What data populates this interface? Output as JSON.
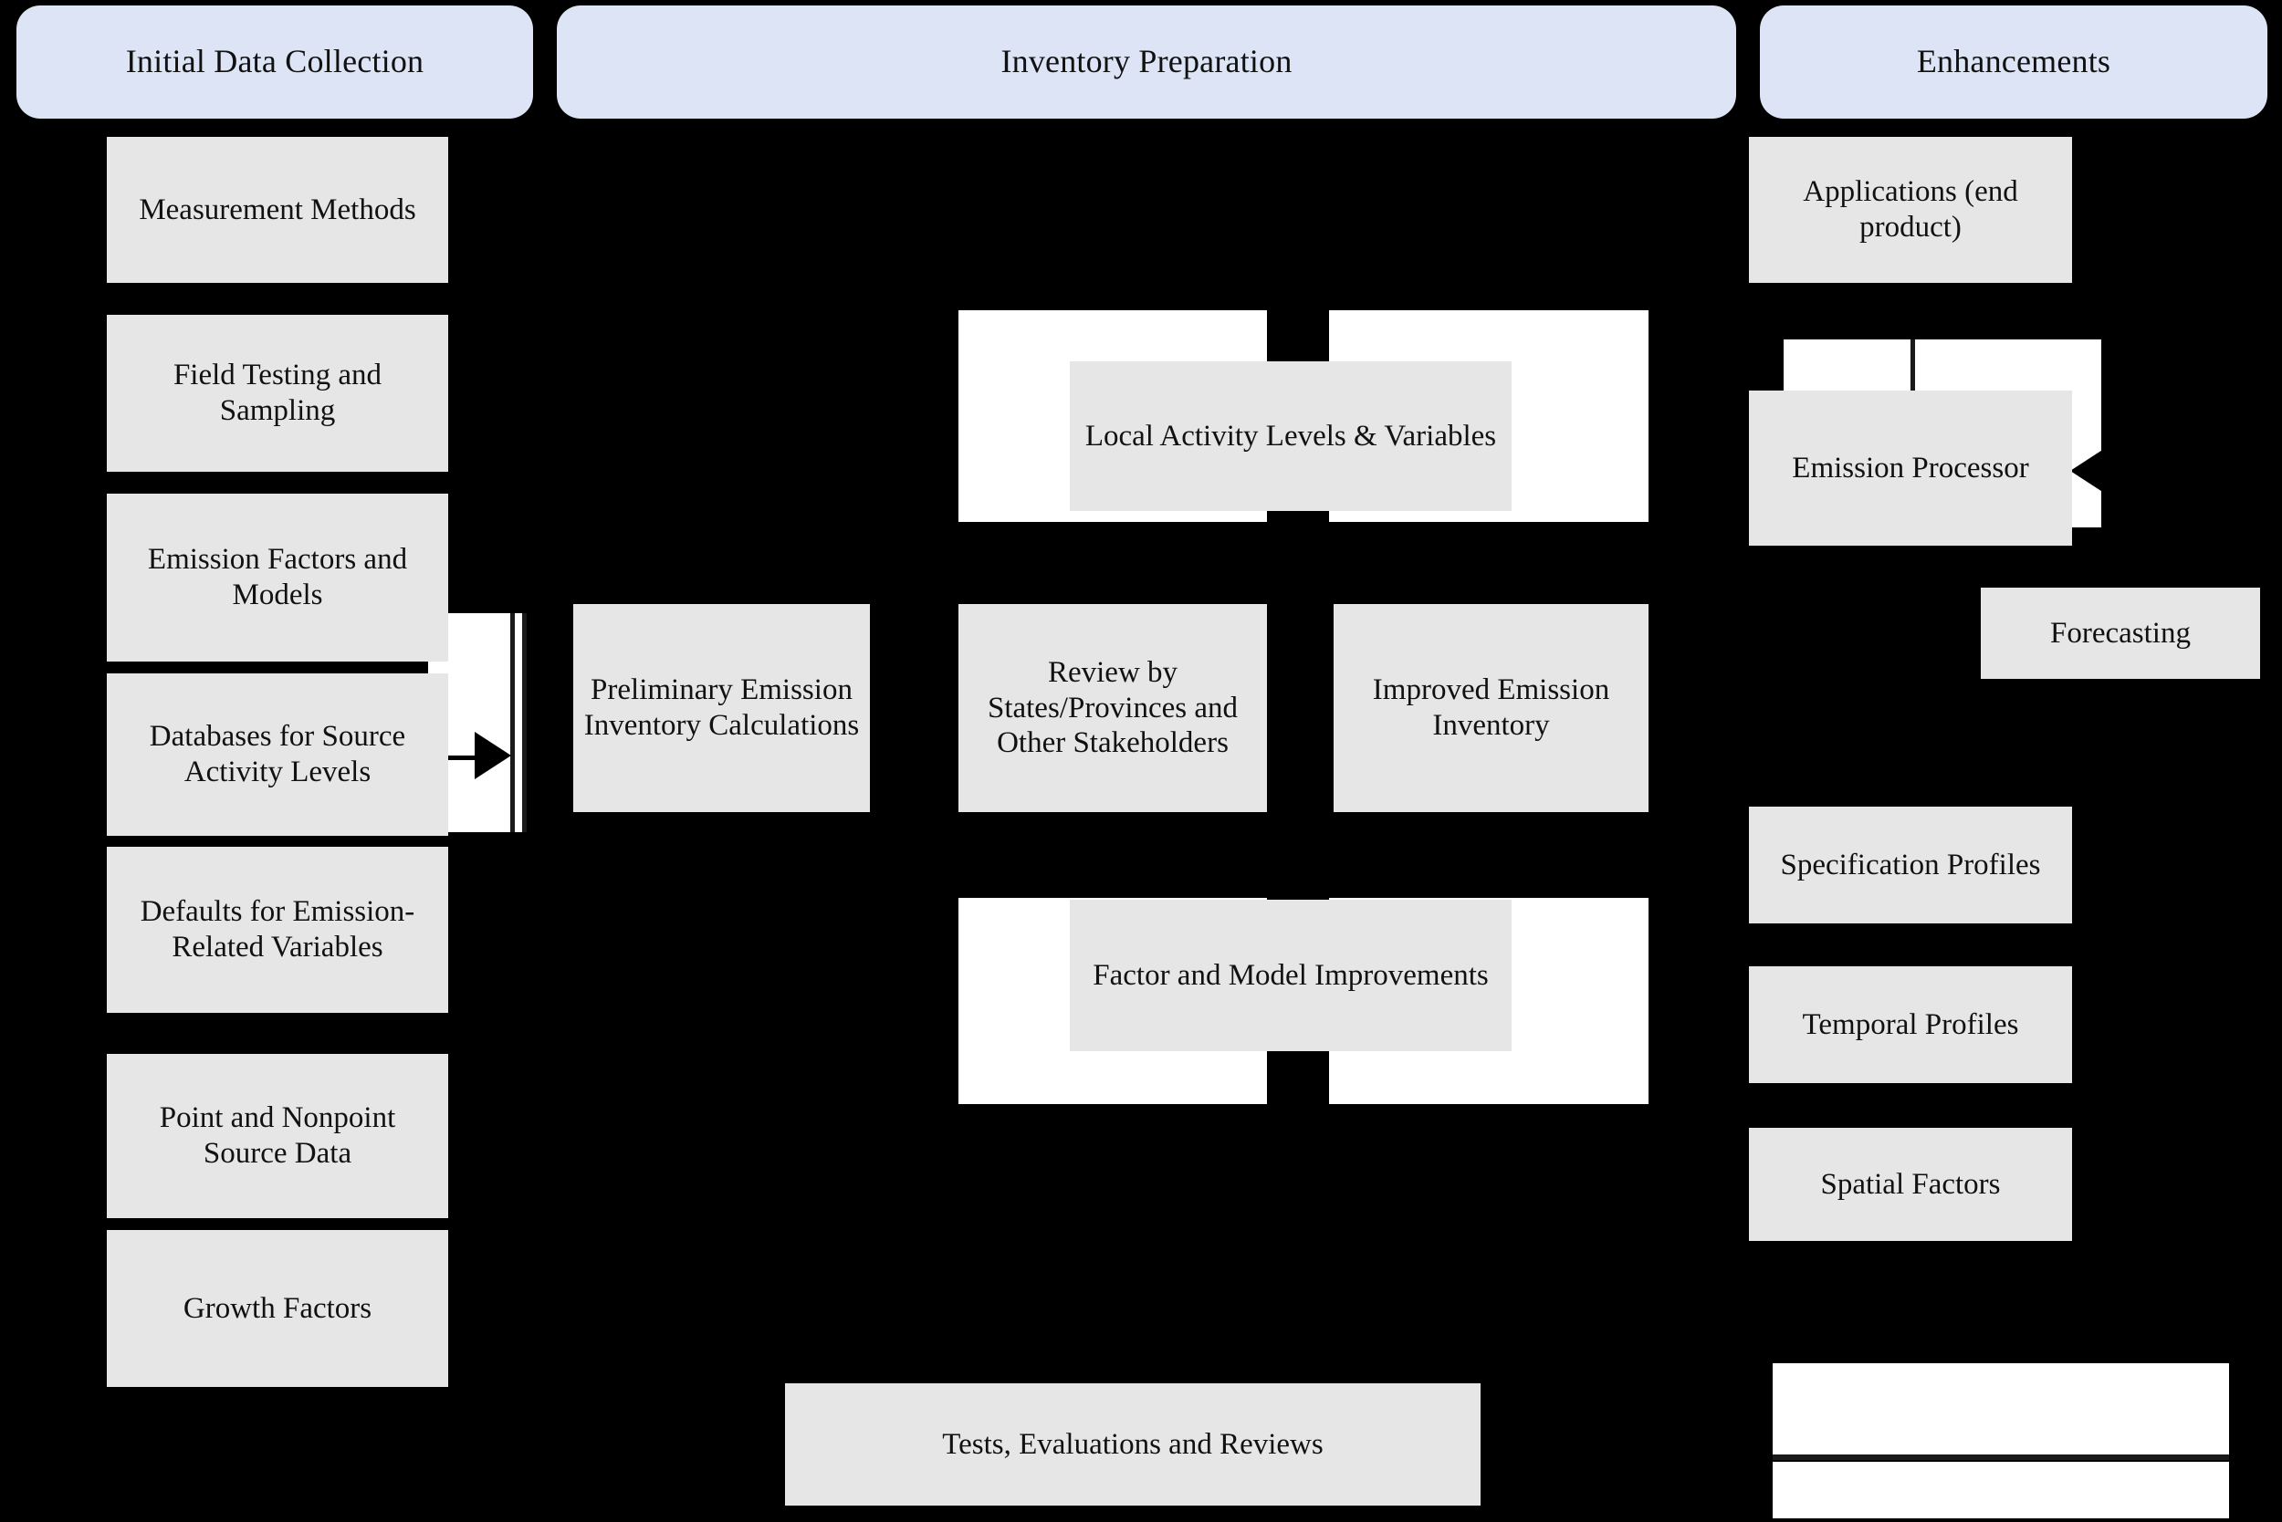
{
  "diagram": {
    "background_color": "#000000",
    "header_color": "#dce4f5",
    "node_color": "#e6e6e6",
    "plate_color": "#ffffff",
    "text_color": "#111111"
  },
  "columns": {
    "left": {
      "header": "Initial Data Collection",
      "nodes": [
        {
          "label": "Measurement Methods"
        },
        {
          "label": "Field Testing and Sampling"
        },
        {
          "label": "Emission Factors and Models"
        },
        {
          "label": "Databases for Source Activity Levels"
        },
        {
          "label": "Defaults for Emission-Related Variables"
        },
        {
          "label": "Point and Nonpoint Source Data"
        },
        {
          "label": "Growth Factors"
        }
      ]
    },
    "middle": {
      "header": "Inventory Preparation",
      "nodes": [
        {
          "label": "Local Activity Levels & Variables"
        },
        {
          "label": "Preliminary Emission Inventory Calculations"
        },
        {
          "label": "Review by States/Provinces and Other Stakeholders"
        },
        {
          "label": "Improved Emission Inventory"
        },
        {
          "label": "Factor and Model Improvements"
        },
        {
          "label": "Tests, Evaluations and Reviews"
        }
      ]
    },
    "right": {
      "header": "Enhancements",
      "nodes": [
        {
          "label": "Applications (end product)"
        },
        {
          "label": "Emission Processor"
        },
        {
          "label": "Forecasting"
        },
        {
          "label": "Specification Profiles"
        },
        {
          "label": "Temporal Profiles"
        },
        {
          "label": "Spatial Factors"
        }
      ]
    }
  },
  "connectors": {
    "left_to_middle_arrow": "arrow-right",
    "right_inbound_arrow": "arrow-left"
  }
}
